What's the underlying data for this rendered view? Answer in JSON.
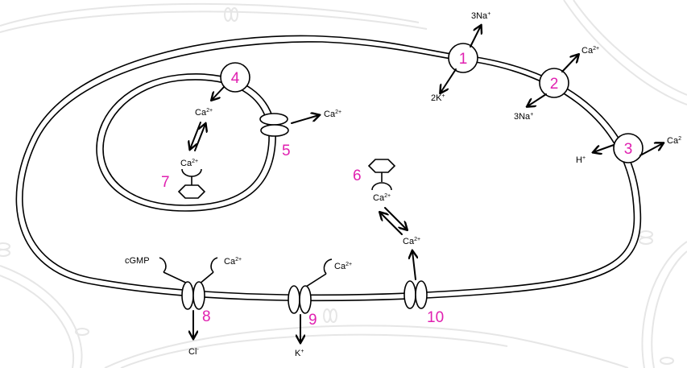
{
  "labels": {
    "na3_top": "3Na",
    "na3_top_sup": "+",
    "k2": "2K",
    "k2_sup": "+",
    "ca_ex2": "Ca",
    "ca_ex2_sup": "2+",
    "na3_ex2": "3Na",
    "na3_ex2_sup": "+",
    "ca_ex3": "Ca",
    "ca_ex3_sup": "2",
    "h": "H",
    "h_sup": "+",
    "ca_org_in": "Ca",
    "ca_org_in_sup": "2+",
    "ca_org_bound": "Ca",
    "ca_org_bound_sup": "2+",
    "ca_org_out": "Ca",
    "ca_org_out_sup": "2+",
    "ca_cyto_bound": "Ca",
    "ca_cyto_bound_sup": "2+",
    "ca_cyto_free": "Ca",
    "ca_cyto_free_sup": "2+",
    "cgmp": "cGMP",
    "ca_ch8": "Ca",
    "ca_ch8_sup": "2+",
    "cl": "Cl",
    "cl_sup": "-",
    "ca_ch9": "Ca",
    "ca_ch9_sup": "2+",
    "k": "K",
    "k_sup": "+"
  },
  "numbers": {
    "n1": "1",
    "n2": "2",
    "n3": "3",
    "n4": "4",
    "n5": "5",
    "n6": "6",
    "n7": "7",
    "n8": "8",
    "n9": "9",
    "n10": "10"
  },
  "colors": {
    "number_accent": "#e020b0",
    "background_cells": "#e6e6e6",
    "stroke": "#000000"
  }
}
